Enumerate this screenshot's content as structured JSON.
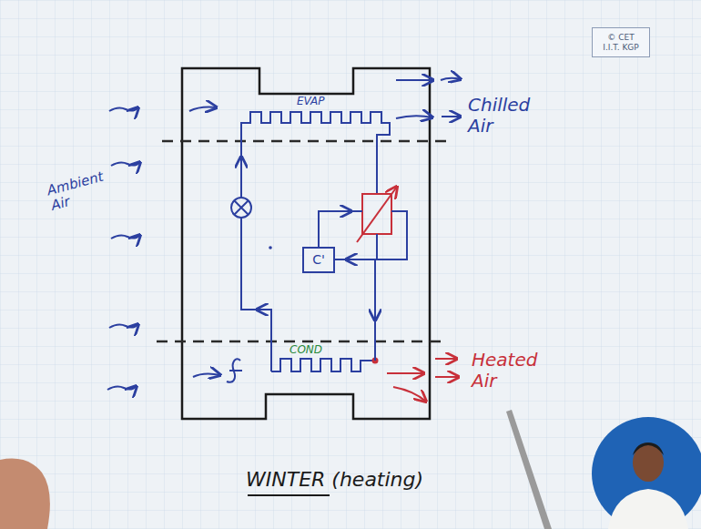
{
  "diagram": {
    "caption": "WINTER (heating)",
    "nodes": [
      {
        "text": [
          "© CET I.I.T. KGP"
        ]
      },
      {
        "text": [
          "C'"
        ]
      }
    ],
    "labels": [
      "EVAP",
      "COND",
      "Ambient Air",
      "Chilled Air",
      "Heated Air"
    ]
  }
}
